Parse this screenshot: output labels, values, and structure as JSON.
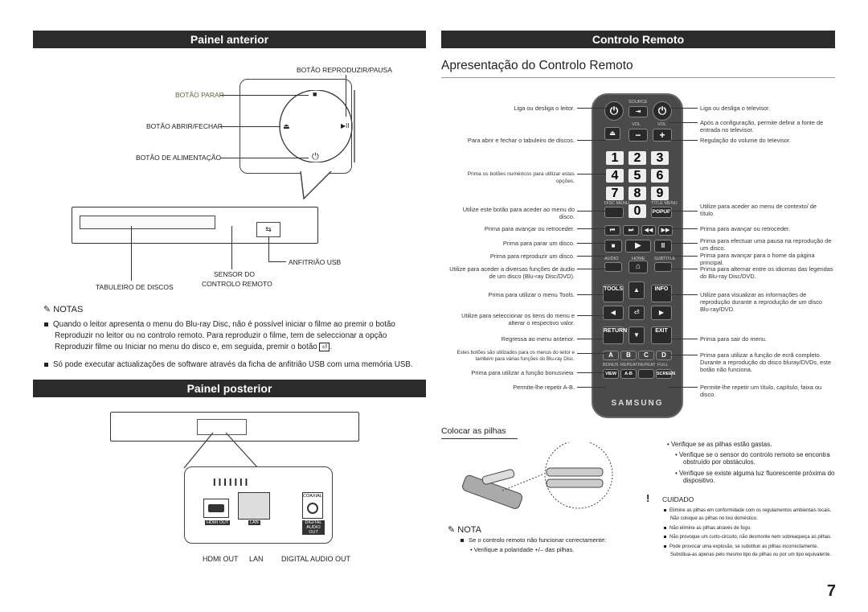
{
  "left": {
    "banner_front": "Painel anterior",
    "banner_rear": "Painel posterior",
    "front_labels": {
      "play_pause": "BOTÃO REPRODUZIR/PAUSA",
      "stop": "BOTÃO PARAR",
      "open_close": "BOTÃO ABRIR/FECHAR",
      "power": "BOTÃO DE ALIMENTAÇÃO",
      "usb_host": "ANFITRIÃO USB",
      "remote_sensor_1": "SENSOR DO",
      "remote_sensor_2": "CONTROLO REMOTO",
      "disc_tray": "TABULEIRO DE DISCOS"
    },
    "notes_title": "NOTAS",
    "notes": [
      "Quando o leitor apresenta o menu do Blu-ray Disc, não é possível iniciar o filme ao premir o botão Reproduzir no leitor ou no controlo remoto. Para reproduzir o filme, tem de seleccionar a opção Reproduzir filme ou Iniciar no menu do disco e, em seguida, premir o botão",
      "Só pode executar actualizações de software através da ficha de anfitrião USB com uma memória USB."
    ],
    "rear_labels": {
      "hdmi": "HDMI OUT",
      "lan": "LAN",
      "digital": "DIGITAL AUDIO OUT",
      "coaxial": "COAXIAL",
      "hdmi_small": "HDMI OUT",
      "lan_small": "LAN",
      "digital_small": "DIGITAL AUDIO OUT"
    }
  },
  "right": {
    "banner": "Controlo Remoto",
    "heading": "Apresentação do Controlo Remoto",
    "left_labels": [
      "Liga ou desliga o leitor.",
      "Para abrir e fechar o tabuleiro de discos.",
      "Prima os botões numéricos para utilizar estas opções.",
      "Utilize este botão para aceder ao menu do disco.",
      "Prima para avançar ou retroceder.",
      "Prima para parar um disco.",
      "Prima para reproduzir um disco.",
      "Utilize para aceder a diversas funções de áudio de um disco (Blu-ray Disc/DVD).",
      "Prima para utilizar o menu Tools.",
      "Utilize para seleccionar os itens do menu e alterar o respectivo valor.",
      "Regressa ao menu anterior.",
      "Estes botões são utilizados para os menus do leitor e também para várias funções do Blu-ray Disc.",
      "Prima para utilizar a função bonusview.",
      "Permite-lhe repetir A-B."
    ],
    "right_labels": [
      "Liga ou desliga o televisor.",
      "Após a configuração, permite definir a fonte de entrada no televisor.",
      "Regulação do volume do televisor.",
      "Utilize para aceder ao menu de contexto/ de título.",
      "Prima para avançar ou retroceder.",
      "Prima para efectuar uma pausa na reprodução de um disco.",
      "Prima para avançar para o home da página principal.",
      "Prima para alternar entre os idiomas das legendas do Blu-ray Disc/DVD.",
      "Utilize para visualizar as informações de reprodução durante a reprodução de um disco Blu-ray/DVD.",
      "Prima para sair do menu.",
      "Prima para utilizar a função de ecrã completo. Durante a reprodução do disco bluray/DVDs, este botão não funciona.",
      "Permite-lhe repetir um título, capítulo, faixa ou disco."
    ],
    "remote": {
      "source": "SOURCE",
      "vol": "VOL",
      "disc_menu": "DISC MENU",
      "title_menu": "TITLE MENU",
      "popup": "POPUP",
      "tools": "TOOLS",
      "info": "INFO",
      "return": "RETURN",
      "exit": "EXIT",
      "audio": "AUDIO",
      "home": "HOME",
      "subtitle": "SUBTITLE",
      "bonus": "BONUS",
      "repeat_ab": "REPEAT",
      "repeat": "REPEAT",
      "full": "FULL",
      "view": "VIEW",
      "ab": "A-B",
      "screen": "SCREEN",
      "brand": "SAMSUNG",
      "digits": [
        "1",
        "2",
        "3",
        "4",
        "5",
        "6",
        "7",
        "8",
        "9",
        "0"
      ],
      "colors": [
        "A",
        "B",
        "C",
        "D"
      ]
    },
    "batteries_title": "Colocar as pilhas",
    "battery_checks": [
      "Verifique se as pilhas estão gastas.",
      "Verifique se o sensor do controlo remoto se encontra obstruído por obstáculos.",
      "Verifique se existe alguma luz fluorescente próxima do dispositivo."
    ],
    "caution_title": "CUIDADO",
    "caution_mark": "!",
    "cautions": [
      "Elimine as pilhas em conformidade com os regulamentos ambientais locais. Não coloque as pilhas no lixo doméstico.",
      "Não elimine as pilhas através de fogo.",
      "Não provoque um curto-circuito, não desmonte nem sobreaqueça as pilhas.",
      "Pode provocar uma explosão, se substituir as pilhas incorrectamente. Substitua-as apenas pelo mesmo tipo de pilhas ou por um tipo equivalente."
    ],
    "nota_title": "NOTA",
    "nota_items": [
      "Se o controlo remoto não funcionar correctamente:",
      "Verifique a polaridade +/– das pilhas."
    ]
  },
  "page_number": "7"
}
